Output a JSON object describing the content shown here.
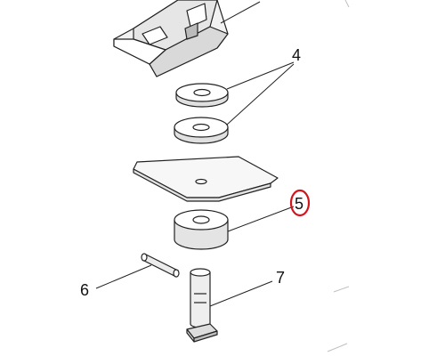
{
  "diagram": {
    "callouts": [
      {
        "id": "4",
        "label": "4"
      },
      {
        "id": "5",
        "label": "5"
      },
      {
        "id": "6",
        "label": "6"
      },
      {
        "id": "7",
        "label": "7"
      }
    ],
    "highlight": {
      "label": "5",
      "color": "#d4141c"
    }
  }
}
